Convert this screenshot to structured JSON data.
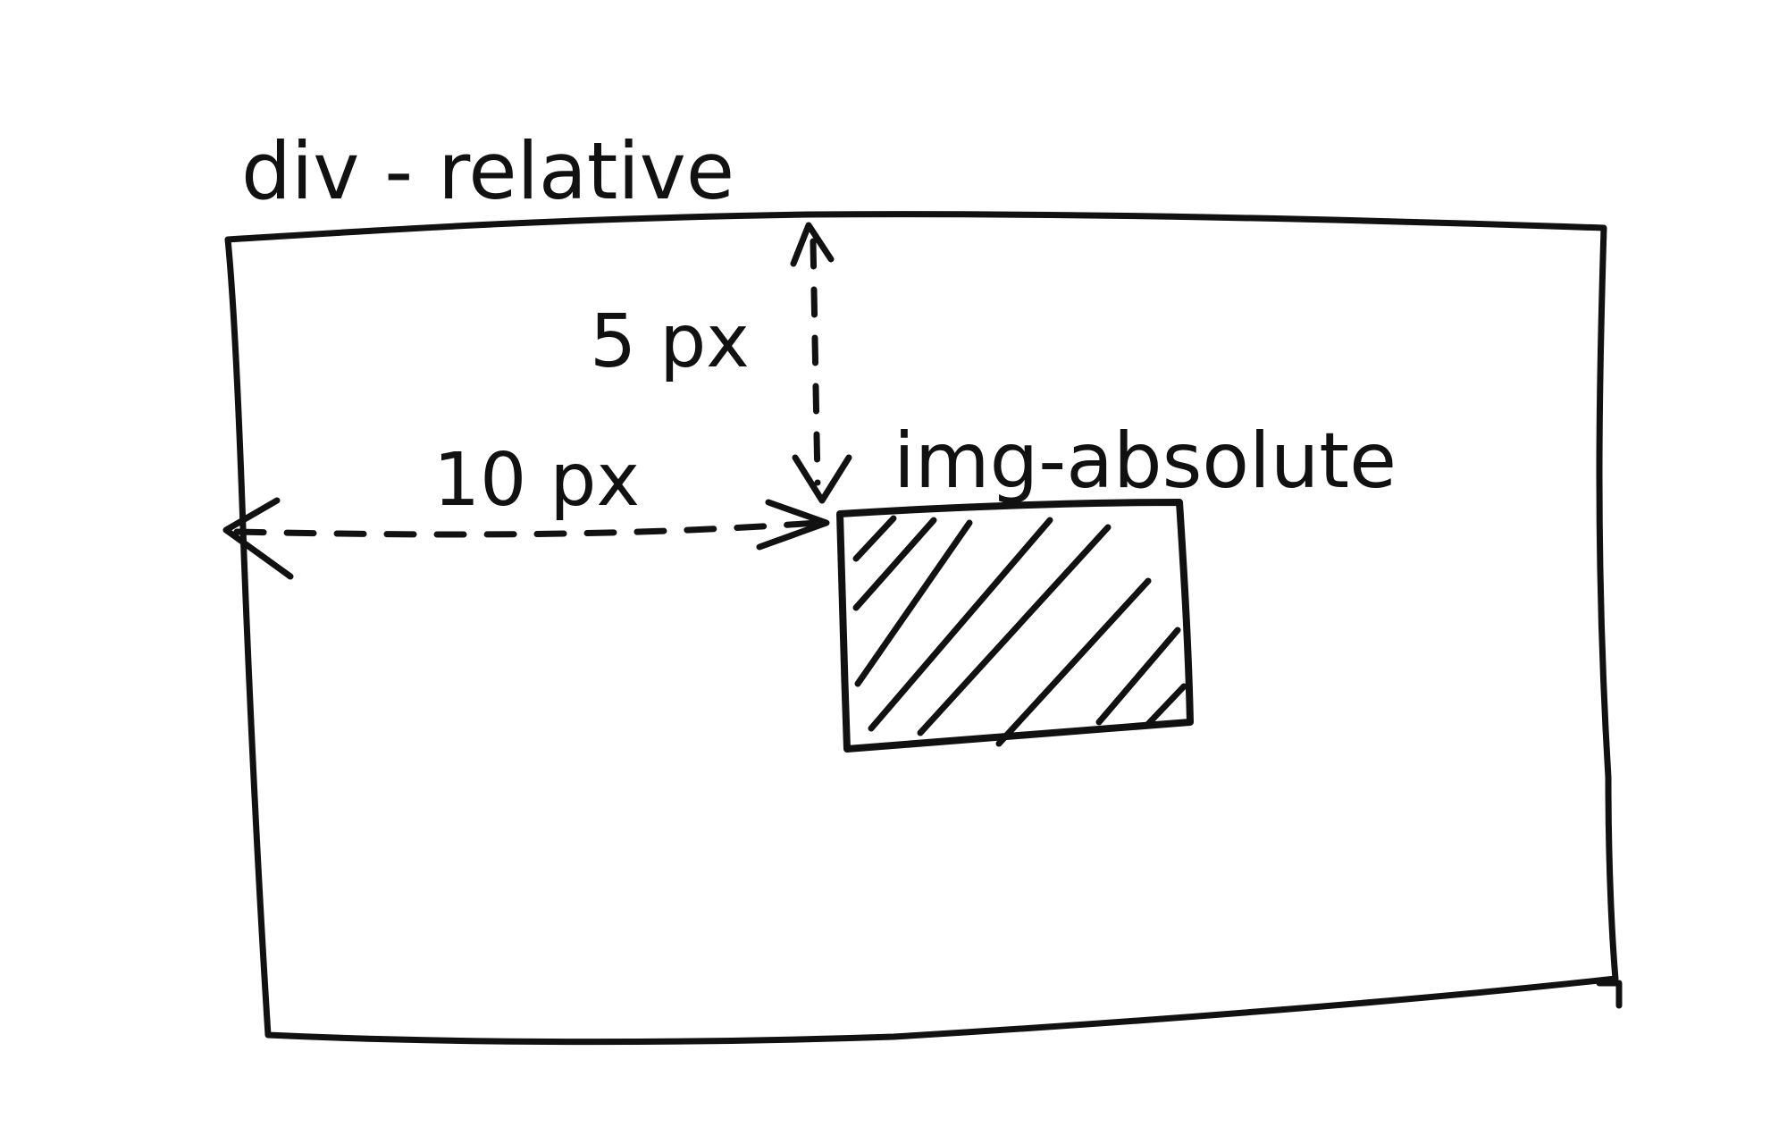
{
  "diagram": {
    "container_label": "div - relative",
    "child_label": "img-absolute",
    "top_offset_label": "5 px",
    "left_offset_label": "10 px"
  },
  "colors": {
    "ink": "#111111",
    "background": "#ffffff"
  }
}
